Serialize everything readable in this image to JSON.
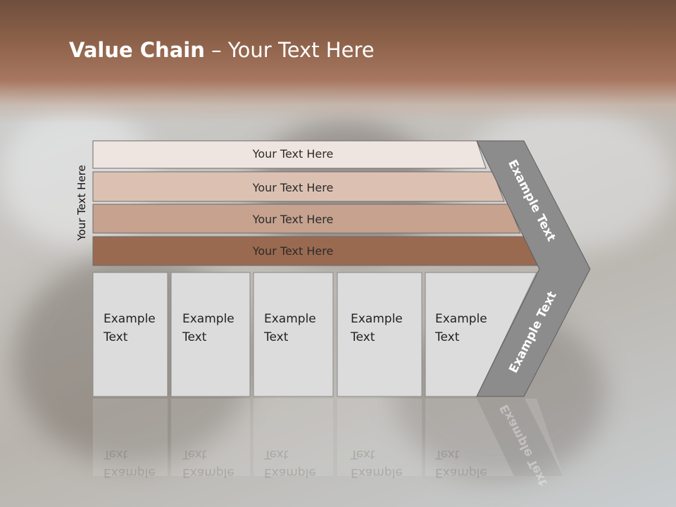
{
  "slide": {
    "title_bold": "Value Chain",
    "title_rest": " – Your Text Here",
    "side_label": "Your Text Here"
  },
  "bars": [
    {
      "label": "Your Text Here",
      "color": "#efe5e0"
    },
    {
      "label": "Your Text Here",
      "color": "#dcc1b3"
    },
    {
      "label": "Your Text Here",
      "color": "#c6a28f"
    },
    {
      "label": "Your Text Here",
      "color": "#9a6a50"
    }
  ],
  "boxes": [
    {
      "line1": "Example",
      "line2": "Text"
    },
    {
      "line1": "Example",
      "line2": "Text"
    },
    {
      "line1": "Example",
      "line2": "Text"
    },
    {
      "line1": "Example",
      "line2": "Text"
    },
    {
      "line1": "Example",
      "line2": "Text"
    }
  ],
  "chevron": {
    "top_label": "Example Text",
    "bottom_label": "Example Text",
    "color": "#8c8c8c"
  }
}
